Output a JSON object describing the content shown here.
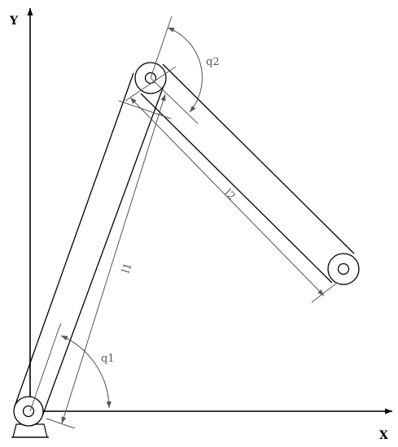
{
  "axes": {
    "x_label": "X",
    "y_label": "Y"
  },
  "links": [
    {
      "length_label": "l1",
      "angle_label": "q1"
    },
    {
      "length_label": "l2",
      "angle_label": "q2"
    }
  ],
  "colors": {
    "ink": "#000000",
    "dimension": "#555555"
  }
}
